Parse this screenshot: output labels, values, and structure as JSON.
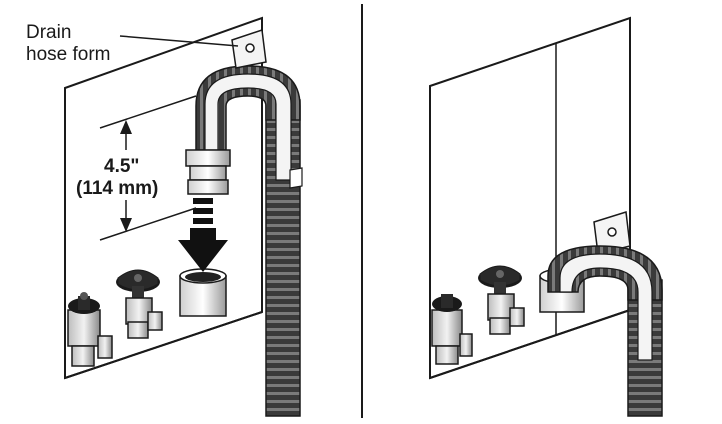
{
  "diagram": {
    "callout": {
      "line1": "Drain",
      "line2": "hose form"
    },
    "dimension": {
      "imperial": "4.5\"",
      "metric": "(114 mm)"
    }
  }
}
